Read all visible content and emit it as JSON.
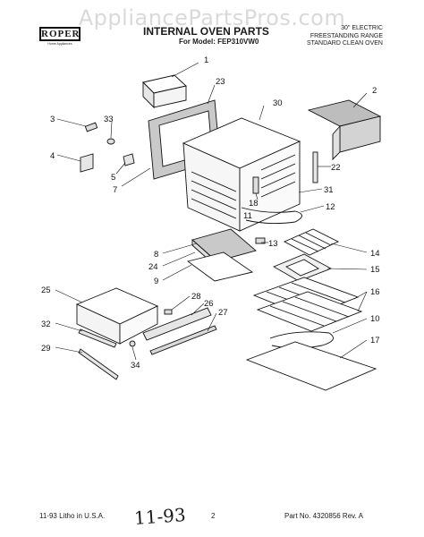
{
  "watermark": "AppliancePartsPros.com",
  "header": {
    "logo": "ROPER",
    "logo_sub": "Home Appliances",
    "title": "INTERNAL OVEN PARTS",
    "model": "For Model: FEP310VW0",
    "range_lines": [
      "30\" ELECTRIC",
      "FREESTANDING RANGE",
      "STANDARD CLEAN OVEN"
    ]
  },
  "callouts": [
    "1",
    "2",
    "3",
    "33",
    "23",
    "30",
    "4",
    "5",
    "7",
    "22",
    "31",
    "18",
    "11",
    "12",
    "8",
    "13",
    "14",
    "24",
    "15",
    "9",
    "25",
    "28",
    "26",
    "27",
    "16",
    "32",
    "10",
    "29",
    "34",
    "17"
  ],
  "footer": {
    "litho": "11-93 Litho in U.S.A.",
    "page": "2",
    "part_no": "Part No. 4320856 Rev. A",
    "handwritten": "11-93"
  }
}
